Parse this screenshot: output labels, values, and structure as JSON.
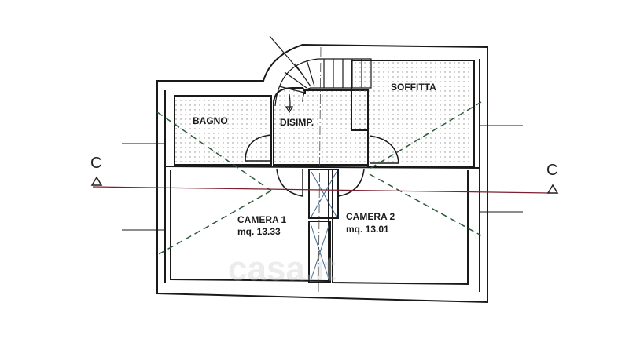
{
  "rooms": {
    "bagno": "BAGNO",
    "disimp": "DISIMP.",
    "soffitta": "SOFFITTA",
    "camera1": {
      "name": "CAMERA 1",
      "area": "mq. 13.33"
    },
    "camera2": {
      "name": "CAMERA 2",
      "area": "mq. 13.01"
    }
  },
  "section": {
    "left_label": "C",
    "right_label": "C"
  },
  "watermark": "casa.it",
  "colors": {
    "wall": "#1a1a1a",
    "section_line": "#7a2030",
    "dashed": "#2d5a3a",
    "shaft": "#3a6a9a"
  }
}
